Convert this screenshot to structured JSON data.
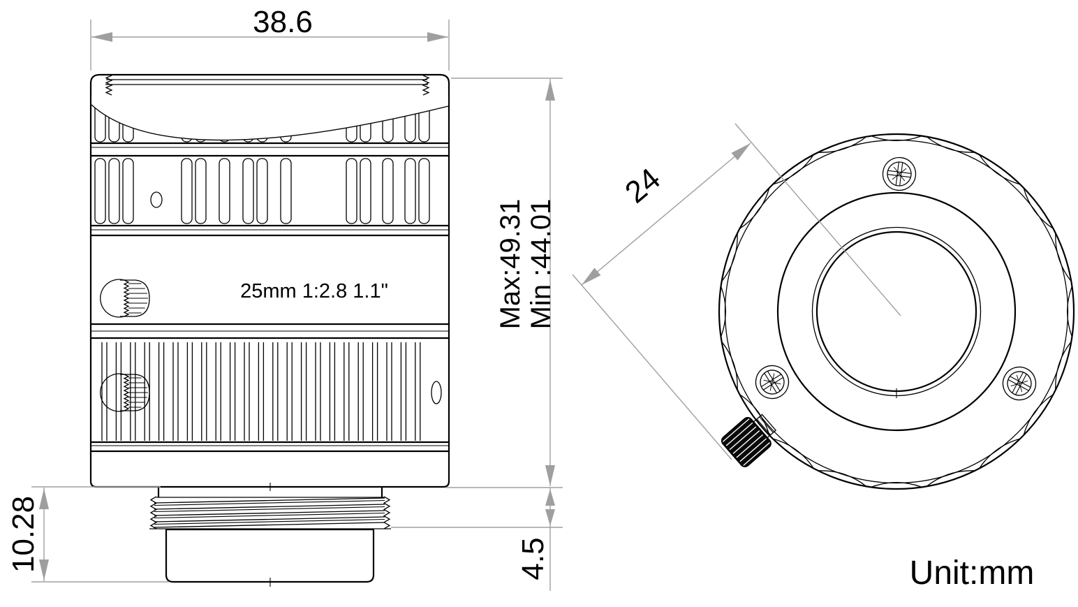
{
  "drawing": {
    "labels": {
      "lens_spec": "25mm 1:2.8 1.1\"",
      "unit": "Unit:mm"
    },
    "dimensions": {
      "outer_width": "38.6",
      "length_max": "Max:49.31",
      "length_min": "Min :44.01",
      "rear_protrusion": "10.28",
      "thread_length": "4.5",
      "diagonal": "24"
    },
    "colors": {
      "line": "#000000",
      "dimension": "#9f9f9f",
      "knob_fill": "#0a0a0a",
      "background": "#ffffff"
    }
  }
}
